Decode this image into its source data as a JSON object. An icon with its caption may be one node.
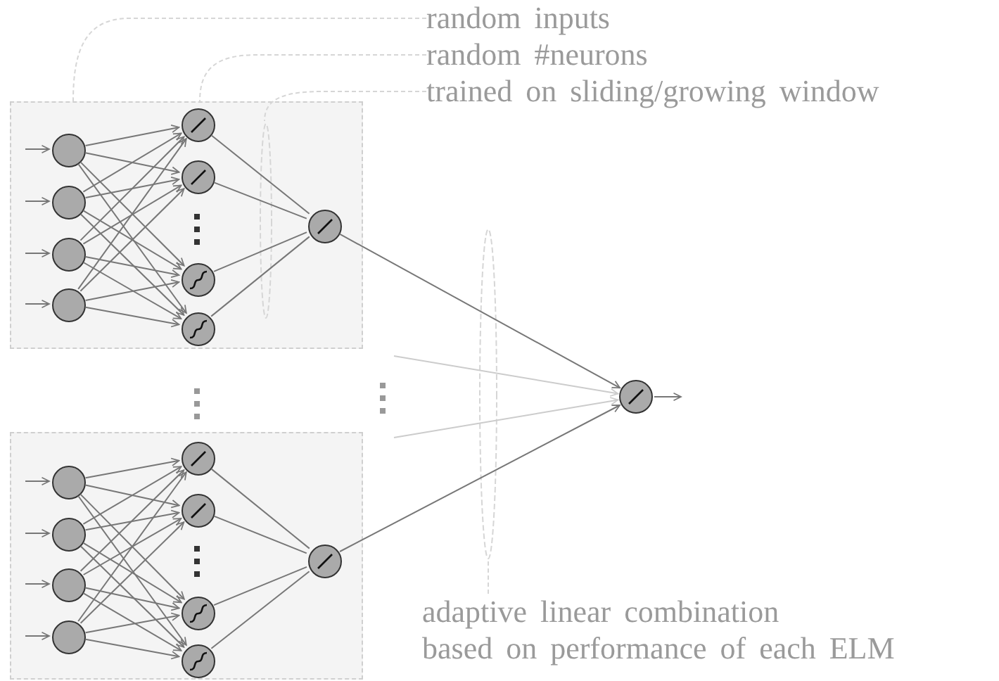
{
  "diagram": {
    "nodes": [
      {
        "text": [],
        "shape": "box"
      },
      {
        "text": [],
        "shape": "circle",
        "in": 0
      },
      {
        "text": [],
        "shape": "circle",
        "in": 0
      },
      {
        "text": [],
        "shape": "circle",
        "in": 0
      },
      {
        "text": [],
        "shape": "circle",
        "in": 0
      },
      {
        "text": [],
        "shape": "circle",
        "in": 0
      },
      {
        "text": [],
        "shape": "circle",
        "in": 0
      },
      {
        "text": [],
        "shape": "circle",
        "in": 0
      },
      {
        "text": [],
        "shape": "circle",
        "in": 0
      },
      {
        "text": [],
        "shape": "circle",
        "in": 0
      },
      {
        "text": [],
        "shape": "box"
      },
      {
        "text": [],
        "shape": "circle",
        "in": 10
      },
      {
        "text": [],
        "shape": "circle",
        "in": 10
      },
      {
        "text": [],
        "shape": "circle",
        "in": 10
      },
      {
        "text": [],
        "shape": "circle",
        "in": 10
      },
      {
        "text": [],
        "shape": "circle",
        "in": 10
      },
      {
        "text": [],
        "shape": "circle",
        "in": 10
      },
      {
        "text": [],
        "shape": "circle",
        "in": 10
      },
      {
        "text": [],
        "shape": "circle",
        "in": 10
      },
      {
        "text": [],
        "shape": "circle",
        "in": 10
      },
      {
        "text": [],
        "shape": "circle"
      },
      {
        "text": [
          "random inputs"
        ]
      },
      {
        "text": [
          "random #neurons"
        ]
      },
      {
        "text": [
          "trained on sliding/growing window"
        ]
      },
      {
        "text": [
          "adaptive linear combination",
          "based on performance of each ELM"
        ]
      },
      {
        "text": [],
        "shape": "ellipse",
        "in": 0
      },
      {
        "text": [],
        "shape": "ellipse"
      }
    ],
    "edges": [
      {
        "from": null,
        "to": 1,
        "arrow": "to"
      },
      {
        "from": null,
        "to": 2,
        "arrow": "to"
      },
      {
        "from": null,
        "to": 3,
        "arrow": "to"
      },
      {
        "from": null,
        "to": 4,
        "arrow": "to"
      },
      {
        "from": 1,
        "to": 5,
        "arrow": "to"
      },
      {
        "from": 1,
        "to": 6,
        "arrow": "to"
      },
      {
        "from": 1,
        "to": 7,
        "arrow": "to"
      },
      {
        "from": 1,
        "to": 8,
        "arrow": "to"
      },
      {
        "from": 2,
        "to": 5,
        "arrow": "to"
      },
      {
        "from": 2,
        "to": 6,
        "arrow": "to"
      },
      {
        "from": 2,
        "to": 7,
        "arrow": "to"
      },
      {
        "from": 2,
        "to": 8,
        "arrow": "to"
      },
      {
        "from": 3,
        "to": 5,
        "arrow": "to"
      },
      {
        "from": 3,
        "to": 6,
        "arrow": "to"
      },
      {
        "from": 3,
        "to": 7,
        "arrow": "to"
      },
      {
        "from": 3,
        "to": 8,
        "arrow": "to"
      },
      {
        "from": 4,
        "to": 5,
        "arrow": "to"
      },
      {
        "from": 4,
        "to": 6,
        "arrow": "to"
      },
      {
        "from": 4,
        "to": 7,
        "arrow": "to"
      },
      {
        "from": 4,
        "to": 8,
        "arrow": "to"
      },
      {
        "from": 5,
        "to": 9,
        "arrow": "none"
      },
      {
        "from": 6,
        "to": 9,
        "arrow": "none"
      },
      {
        "from": 7,
        "to": 9,
        "arrow": "none"
      },
      {
        "from": 8,
        "to": 9,
        "arrow": "none"
      },
      {
        "from": null,
        "to": 11,
        "arrow": "to"
      },
      {
        "from": null,
        "to": 12,
        "arrow": "to"
      },
      {
        "from": null,
        "to": 13,
        "arrow": "to"
      },
      {
        "from": null,
        "to": 14,
        "arrow": "to"
      },
      {
        "from": 11,
        "to": 15,
        "arrow": "to"
      },
      {
        "from": 11,
        "to": 16,
        "arrow": "to"
      },
      {
        "from": 11,
        "to": 17,
        "arrow": "to"
      },
      {
        "from": 11,
        "to": 18,
        "arrow": "to"
      },
      {
        "from": 12,
        "to": 15,
        "arrow": "to"
      },
      {
        "from": 12,
        "to": 16,
        "arrow": "to"
      },
      {
        "from": 12,
        "to": 17,
        "arrow": "to"
      },
      {
        "from": 12,
        "to": 18,
        "arrow": "to"
      },
      {
        "from": 13,
        "to": 15,
        "arrow": "to"
      },
      {
        "from": 13,
        "to": 16,
        "arrow": "to"
      },
      {
        "from": 13,
        "to": 17,
        "arrow": "to"
      },
      {
        "from": 13,
        "to": 18,
        "arrow": "to"
      },
      {
        "from": 14,
        "to": 15,
        "arrow": "to"
      },
      {
        "from": 14,
        "to": 16,
        "arrow": "to"
      },
      {
        "from": 14,
        "to": 17,
        "arrow": "to"
      },
      {
        "from": 14,
        "to": 18,
        "arrow": "to"
      },
      {
        "from": 15,
        "to": 19,
        "arrow": "none"
      },
      {
        "from": 16,
        "to": 19,
        "arrow": "none"
      },
      {
        "from": 17,
        "to": 19,
        "arrow": "none"
      },
      {
        "from": 18,
        "to": 19,
        "arrow": "none"
      },
      {
        "from": 9,
        "to": 20,
        "arrow": "to"
      },
      {
        "from": 19,
        "to": 20,
        "arrow": "to"
      },
      {
        "from": null,
        "to": 20,
        "arrow": "to",
        "color": "#cccccc"
      },
      {
        "from": null,
        "to": 20,
        "arrow": "to",
        "color": "#cccccc"
      },
      {
        "from": 20,
        "to": null,
        "arrow": "to"
      },
      {
        "from": 21,
        "to": 0,
        "arrow": "none",
        "style": "dashed",
        "color": "#d6d6d6"
      },
      {
        "from": 22,
        "to": 0,
        "arrow": "none",
        "style": "dashed",
        "color": "#d6d6d6"
      },
      {
        "from": 23,
        "to": 25,
        "arrow": "none",
        "style": "dashed",
        "color": "#d6d6d6"
      },
      {
        "from": 24,
        "to": 26,
        "arrow": "none",
        "style": "dashed",
        "color": "#d6d6d6"
      }
    ]
  }
}
